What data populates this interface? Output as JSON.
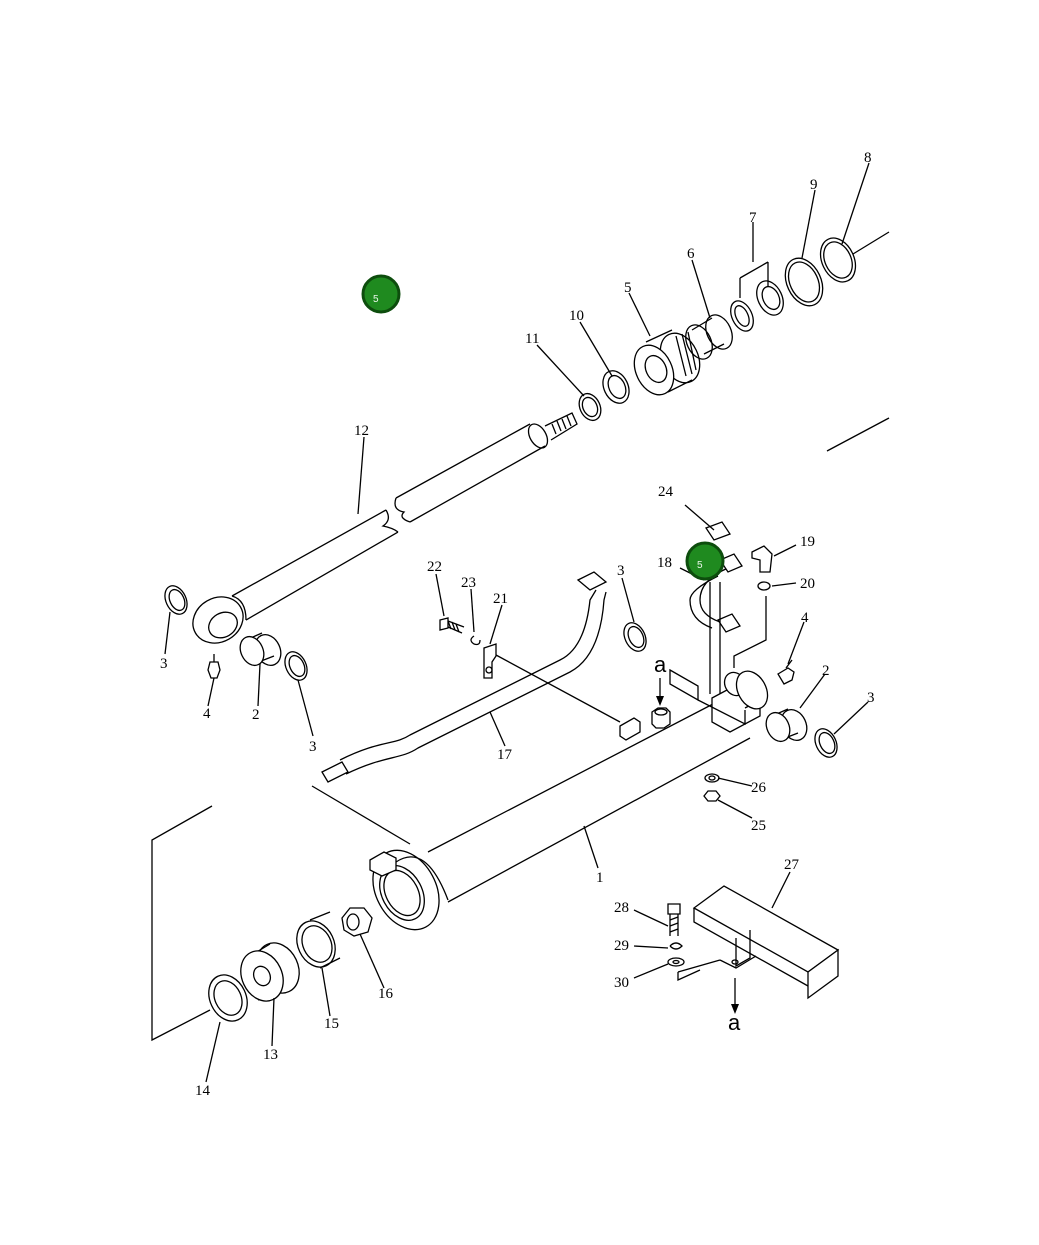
{
  "diagram": {
    "callouts": [
      "1",
      "2",
      "2",
      "3",
      "3",
      "3",
      "3",
      "4",
      "4",
      "5",
      "6",
      "7",
      "8",
      "9",
      "10",
      "11",
      "12",
      "13",
      "14",
      "15",
      "16",
      "17",
      "18",
      "19",
      "20",
      "21",
      "22",
      "23",
      "24",
      "25",
      "26",
      "27",
      "28",
      "29",
      "30"
    ],
    "section_marks": [
      "a",
      "a"
    ],
    "hotspots": [
      {
        "label": "5",
        "color": "#1f8a1f",
        "ring": "#0d4d0d"
      },
      {
        "label": "5",
        "color": "#1f8a1f",
        "ring": "#0d4d0d"
      }
    ]
  }
}
